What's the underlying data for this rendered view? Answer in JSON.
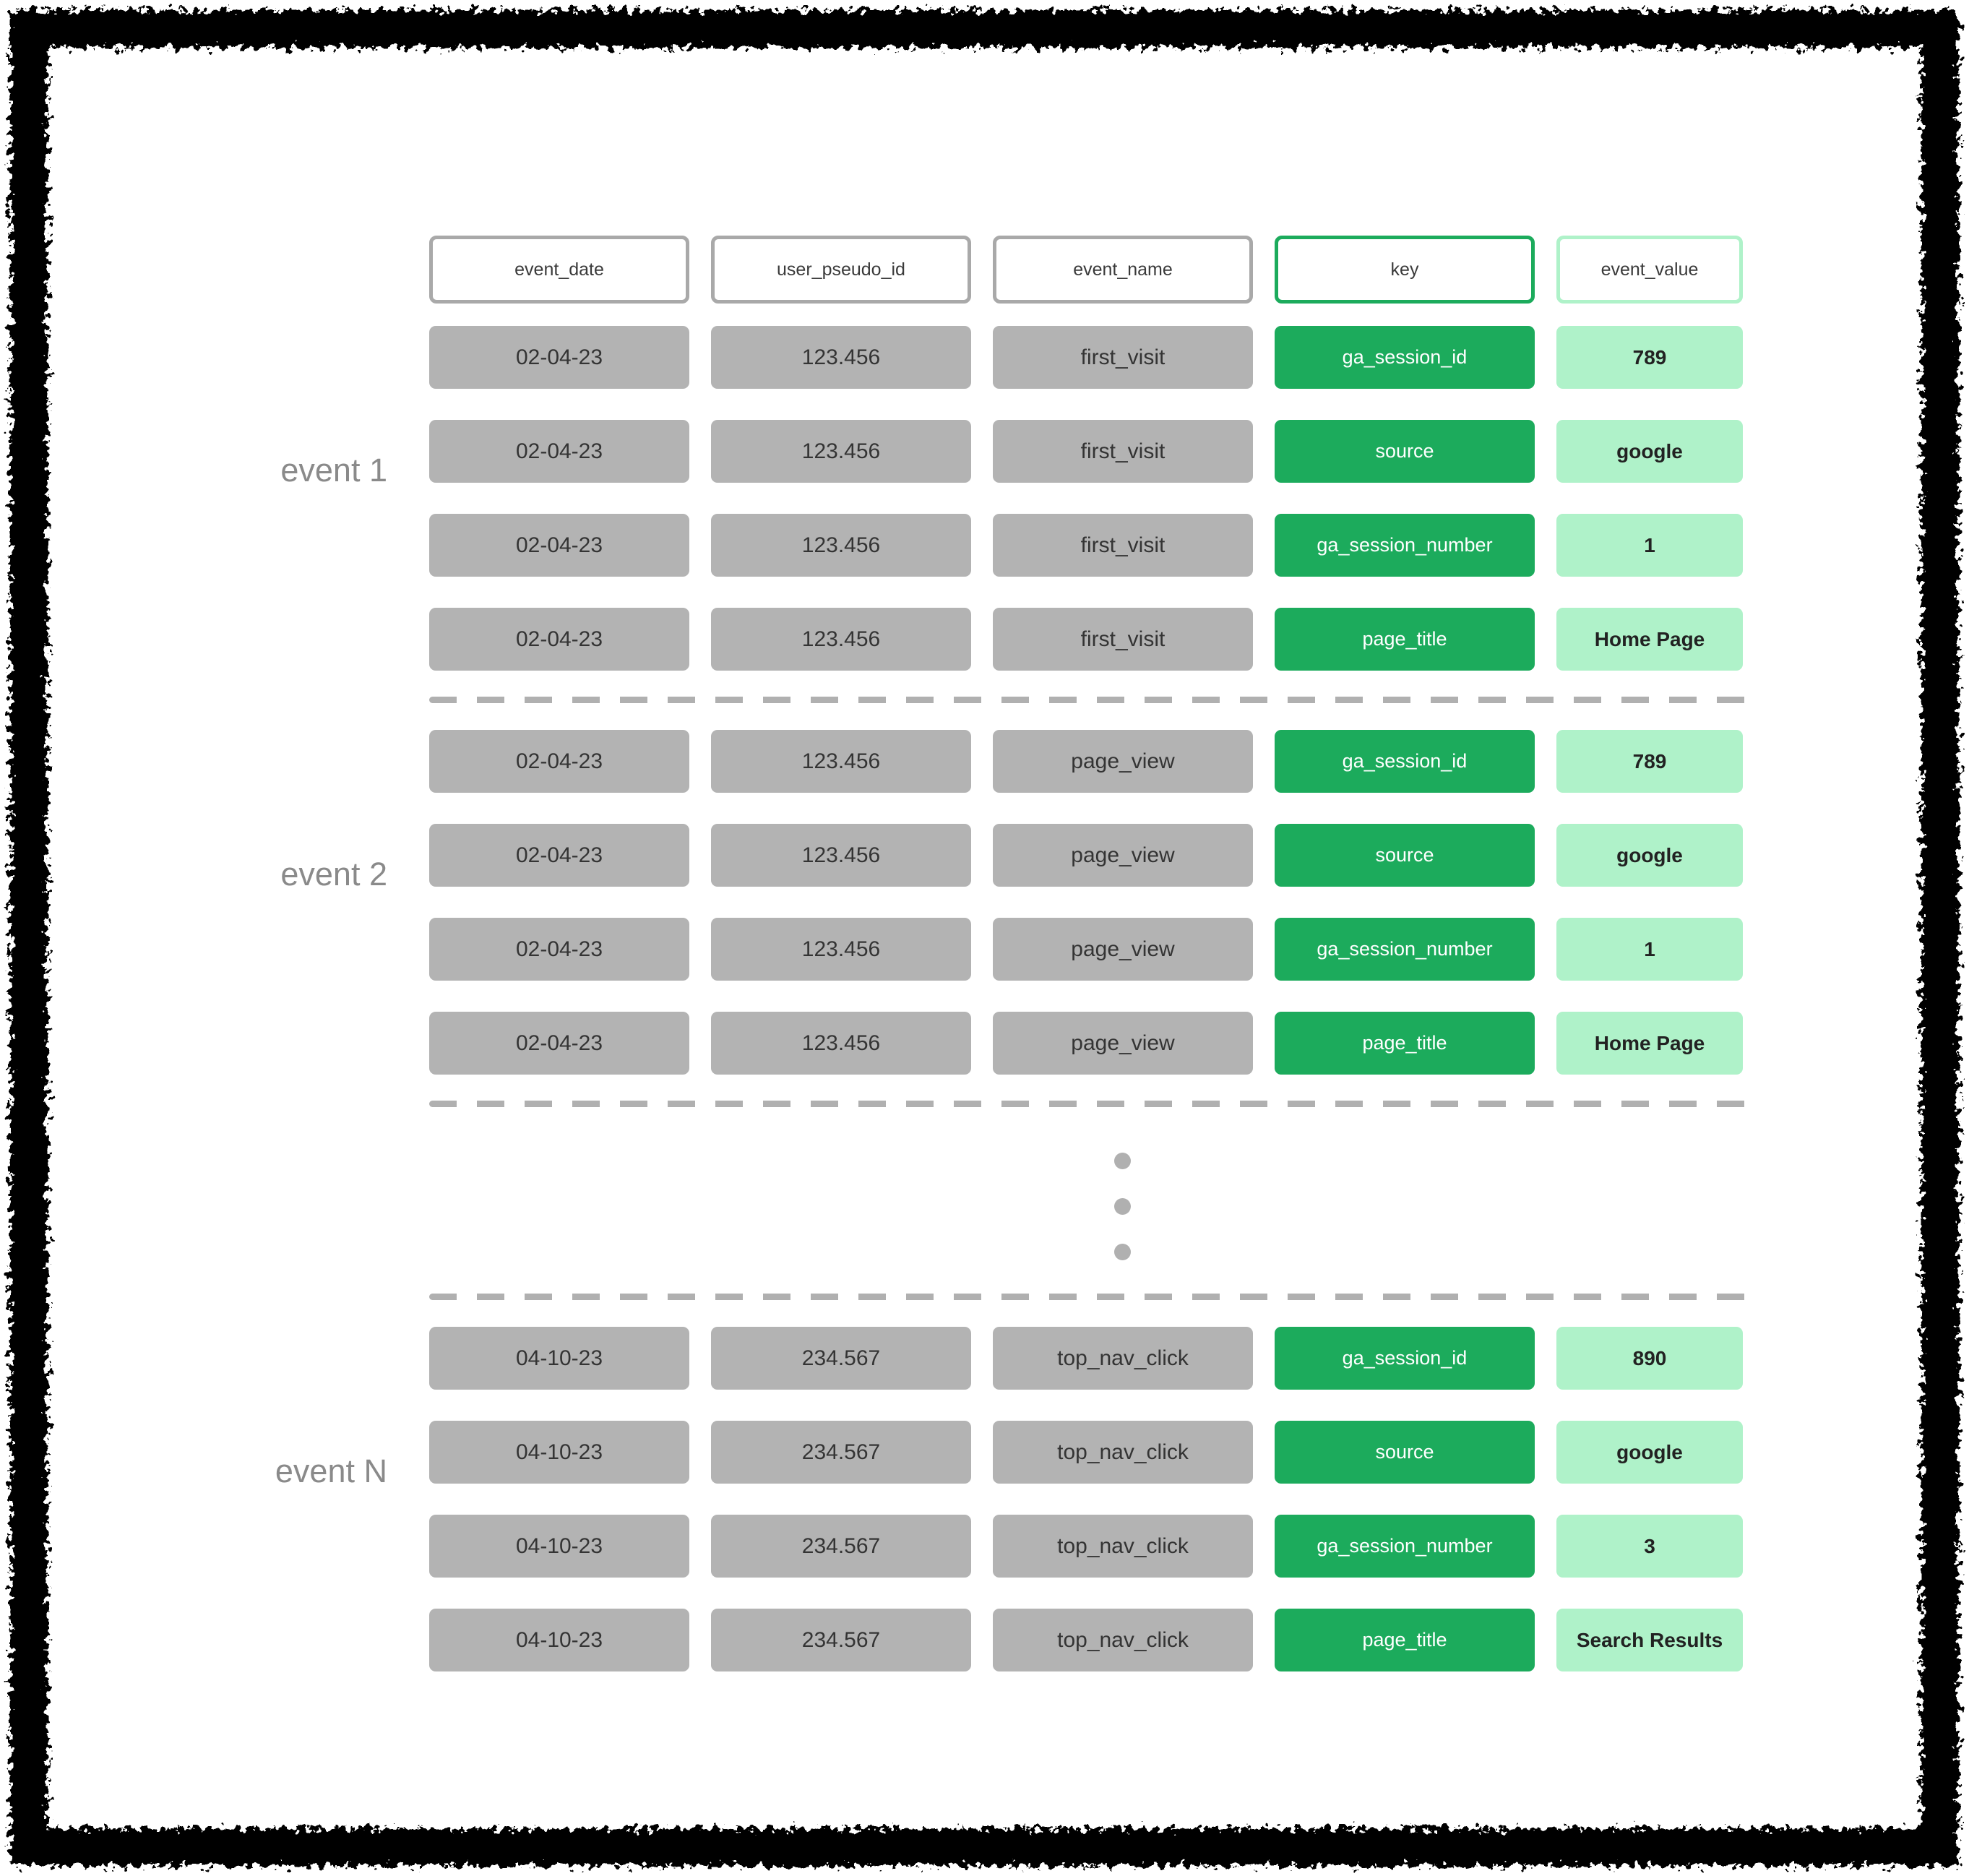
{
  "palette": {
    "key_green": "#1cab5c",
    "value_green_light": "#aff2c9",
    "cell_gray": "#b3b3b3",
    "header_border_gray": "#a9a9a9",
    "separator_gray": "#b0b0b0",
    "label_gray": "#8a8a8a",
    "frame_black": "#000000"
  },
  "table": {
    "columns": [
      {
        "label": "event_date"
      },
      {
        "label": "user_pseudo_id"
      },
      {
        "label": "event_name"
      },
      {
        "label": "key"
      },
      {
        "label": "event_value"
      }
    ],
    "groups": [
      {
        "label": "event 1",
        "rows": [
          {
            "event_date": "02-04-23",
            "user_pseudo_id": "123.456",
            "event_name": "first_visit",
            "key": "ga_session_id",
            "event_value": "789"
          },
          {
            "event_date": "02-04-23",
            "user_pseudo_id": "123.456",
            "event_name": "first_visit",
            "key": "source",
            "event_value": "google"
          },
          {
            "event_date": "02-04-23",
            "user_pseudo_id": "123.456",
            "event_name": "first_visit",
            "key": "ga_session_number",
            "event_value": "1"
          },
          {
            "event_date": "02-04-23",
            "user_pseudo_id": "123.456",
            "event_name": "first_visit",
            "key": "page_title",
            "event_value": "Home Page"
          }
        ]
      },
      {
        "label": "event 2",
        "rows": [
          {
            "event_date": "02-04-23",
            "user_pseudo_id": "123.456",
            "event_name": "page_view",
            "key": "ga_session_id",
            "event_value": "789"
          },
          {
            "event_date": "02-04-23",
            "user_pseudo_id": "123.456",
            "event_name": "page_view",
            "key": "source",
            "event_value": "google"
          },
          {
            "event_date": "02-04-23",
            "user_pseudo_id": "123.456",
            "event_name": "page_view",
            "key": "ga_session_number",
            "event_value": "1"
          },
          {
            "event_date": "02-04-23",
            "user_pseudo_id": "123.456",
            "event_name": "page_view",
            "key": "page_title",
            "event_value": "Home Page"
          }
        ]
      },
      {
        "label": "event N",
        "rows": [
          {
            "event_date": "04-10-23",
            "user_pseudo_id": "234.567",
            "event_name": "top_nav_click",
            "key": "ga_session_id",
            "event_value": "890"
          },
          {
            "event_date": "04-10-23",
            "user_pseudo_id": "234.567",
            "event_name": "top_nav_click",
            "key": "source",
            "event_value": "google"
          },
          {
            "event_date": "04-10-23",
            "user_pseudo_id": "234.567",
            "event_name": "top_nav_click",
            "key": "ga_session_number",
            "event_value": "3"
          },
          {
            "event_date": "04-10-23",
            "user_pseudo_id": "234.567",
            "event_name": "top_nav_click",
            "key": "page_title",
            "event_value": "Search Results"
          }
        ]
      }
    ]
  }
}
